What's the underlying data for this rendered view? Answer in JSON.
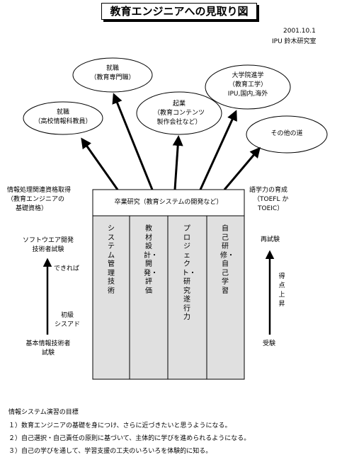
{
  "title": "教育エンジニアへの見取り図",
  "date": "2001.10.1",
  "lab": "IPU 鈴木研究室",
  "ellipses": [
    {
      "lines": [
        "就職",
        "（教育専門職）"
      ]
    },
    {
      "lines": [
        "就職",
        "（高校情報科教員）"
      ]
    },
    {
      "lines": [
        "起業",
        "（教育コンテンツ",
        "製作会社など）"
      ]
    },
    {
      "lines": [
        "大学院進学",
        "（教育工学）",
        "IPU,国内,海外"
      ]
    },
    {
      "lines": [
        "その他の道"
      ]
    }
  ],
  "main_box": {
    "header": "卒業研究（教育システムの開発など）",
    "columns": [
      "システム管理技術",
      "教材設計・開発・評価",
      "プロジェクト・研究遂行力",
      "自己研修・自己学習"
    ]
  },
  "left": {
    "qualification": [
      "情報処理関連資格取得",
      "（教育エンジニアの",
      "基礎資格）"
    ],
    "top_exam": [
      "ソフトウエア開発",
      "技術者試験"
    ],
    "if_possible": "できれば",
    "elementary": [
      "初級",
      "シスアド"
    ],
    "bottom_exam": [
      "基本情報技術者",
      "試験"
    ]
  },
  "right": {
    "language": [
      "語学力の育成",
      "（TOEFL か",
      "TOEIC）"
    ],
    "retest": "再試験",
    "score_up": "得点上昇",
    "take_exam": "受験"
  },
  "goals": {
    "heading": "情報システム演習の目標",
    "items": [
      "１）数育エンジニアの基礎を身につけ、さらに近づきたいと思うようになる。",
      "２）自己選択・自己責任の原則に基づいて、主体的に学びを進められるようになる。",
      "３）自己の学びを通して、学習支援の工夫のいろいろを体験的に知る。"
    ]
  }
}
